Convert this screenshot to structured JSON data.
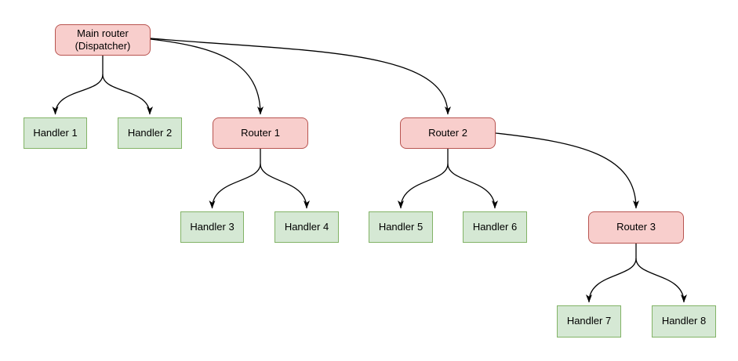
{
  "diagram": {
    "type": "tree-flowchart",
    "description": "Router dispatch tree: a main dispatcher routes to handlers and sub-routers",
    "colors": {
      "router_fill": "#f8cecc",
      "router_border": "#b85450",
      "handler_fill": "#d5e8d4",
      "handler_border": "#82b366",
      "edge": "#000000",
      "text": "#000000",
      "background": "#ffffff"
    },
    "nodes": [
      {
        "id": "main",
        "label": "Main router\n(Dispatcher)",
        "type": "router"
      },
      {
        "id": "h1",
        "label": "Handler 1",
        "type": "handler"
      },
      {
        "id": "h2",
        "label": "Handler 2",
        "type": "handler"
      },
      {
        "id": "r1",
        "label": "Router 1",
        "type": "router"
      },
      {
        "id": "r2",
        "label": "Router 2",
        "type": "router"
      },
      {
        "id": "h3",
        "label": "Handler 3",
        "type": "handler"
      },
      {
        "id": "h4",
        "label": "Handler 4",
        "type": "handler"
      },
      {
        "id": "h5",
        "label": "Handler 5",
        "type": "handler"
      },
      {
        "id": "h6",
        "label": "Handler 6",
        "type": "handler"
      },
      {
        "id": "r3",
        "label": "Router 3",
        "type": "router"
      },
      {
        "id": "h7",
        "label": "Handler 7",
        "type": "handler"
      },
      {
        "id": "h8",
        "label": "Handler 8",
        "type": "handler"
      }
    ],
    "edges": [
      {
        "from": "main",
        "to": "h1"
      },
      {
        "from": "main",
        "to": "h2"
      },
      {
        "from": "main",
        "to": "r1"
      },
      {
        "from": "main",
        "to": "r2"
      },
      {
        "from": "r1",
        "to": "h3"
      },
      {
        "from": "r1",
        "to": "h4"
      },
      {
        "from": "r2",
        "to": "h5"
      },
      {
        "from": "r2",
        "to": "h6"
      },
      {
        "from": "r2",
        "to": "r3"
      },
      {
        "from": "r3",
        "to": "h7"
      },
      {
        "from": "r3",
        "to": "h8"
      }
    ]
  }
}
